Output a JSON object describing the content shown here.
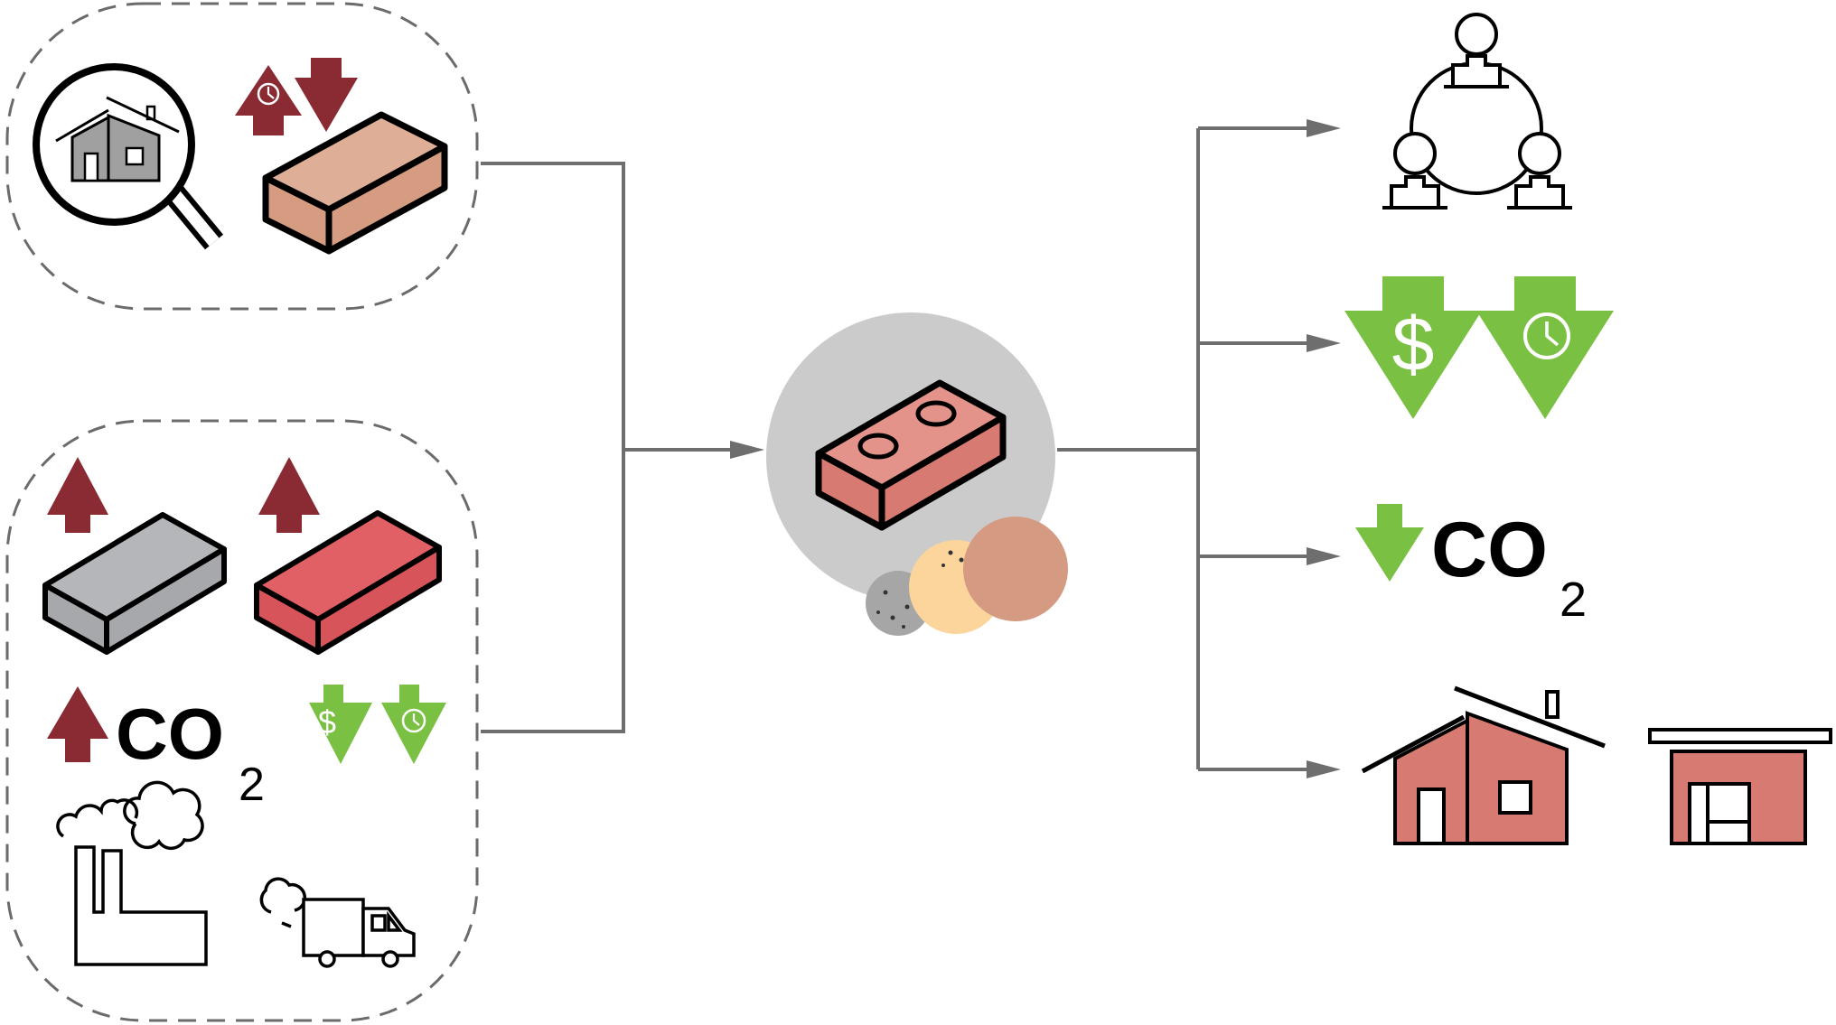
{
  "labels": {
    "co2_main": "CO",
    "co2_sub": "2",
    "co2_left_main": "CO",
    "co2_left_sub": "2",
    "dollar": "$",
    "dollar_small": "$"
  },
  "colors": {
    "dashed_border": "#6b6b6b",
    "connector": "#6e6e6e",
    "arrow_red": "#8a2a33",
    "arrow_green": "#7ac143",
    "brick_tan": "#d59c82",
    "brick_red": "#d7545a",
    "brick_grey": "#a7a8ab",
    "brick_pink": "#d77a72",
    "house_grey": "#a0a0a0",
    "hub_circle": "#cbcbcb",
    "aggregate_dark": "#a6a6a6",
    "aggregate_yellow": "#fbd59b",
    "aggregate_tan": "#d59b82"
  },
  "icons": [
    "magnifier-house-icon",
    "clock-up-arrow-icon",
    "down-arrow-icon",
    "tan-brick-icon",
    "grey-brick-icon",
    "red-brick-icon",
    "co2-up-arrow-icon",
    "cost-down-icon",
    "time-down-icon",
    "factory-icon",
    "truck-icon",
    "center-brick-icon",
    "aggregates-icon",
    "community-icon",
    "dollar-down-arrow-icon",
    "clock-down-arrow-icon",
    "co2-down-arrow-icon",
    "house-icon",
    "shop-icon"
  ]
}
